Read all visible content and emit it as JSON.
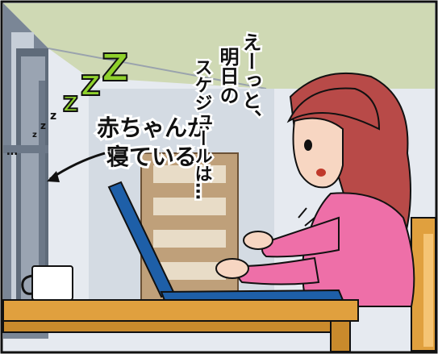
{
  "speech": {
    "lines": [
      "えーっと、",
      "明日の",
      "スケジュールは…"
    ]
  },
  "caption": {
    "line1": "赤ちゃんが",
    "line2": "寝ている"
  },
  "sleep_marks": {
    "big_z": [
      "Z",
      "Z",
      "Z"
    ],
    "small_z": [
      "z",
      "z",
      "z"
    ],
    "dots": "…"
  },
  "colors": {
    "ceiling": "#cfd9b4",
    "wall": "#e6eaf0",
    "window_frame": "#7a8696",
    "door": "#bfa07a",
    "hair": "#b84a48",
    "shirt": "#ee6fa8",
    "skin": "#f7d6c2",
    "table": "#e0a03e",
    "laptop": "#1e5fa8",
    "z_green": "#8fd12c"
  }
}
